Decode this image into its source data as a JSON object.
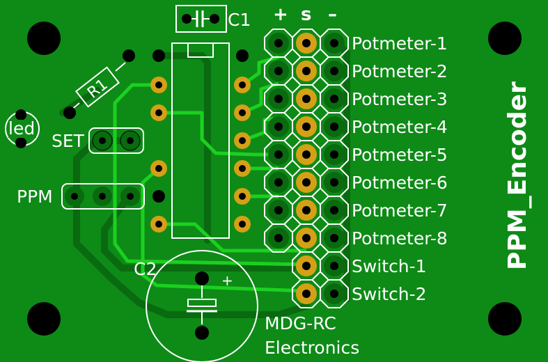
{
  "board": {
    "title": "PPM_Encoder",
    "maker_line1": "MDG-RC",
    "maker_line2": "Electronics",
    "colors": {
      "board": "#0e8a17",
      "trace_dark": "#0a6a10",
      "trace_light": "#1ad11f",
      "pad_gold": "#d4a017",
      "silkscreen": "#ffffff",
      "hole": "#000000"
    }
  },
  "components": {
    "c1": "C1",
    "c2": "C2",
    "c2_polarity": "+",
    "r1": "R1",
    "led": "led",
    "set": "SET",
    "ppm": "PPM"
  },
  "header": {
    "col_plus": "+",
    "col_signal": "s",
    "col_minus": "–"
  },
  "connectors": [
    "Potmeter-1",
    "Potmeter-2",
    "Potmeter-3",
    "Potmeter-4",
    "Potmeter-5",
    "Potmeter-6",
    "Potmeter-7",
    "Potmeter-8",
    "Switch-1",
    "Switch-2"
  ]
}
